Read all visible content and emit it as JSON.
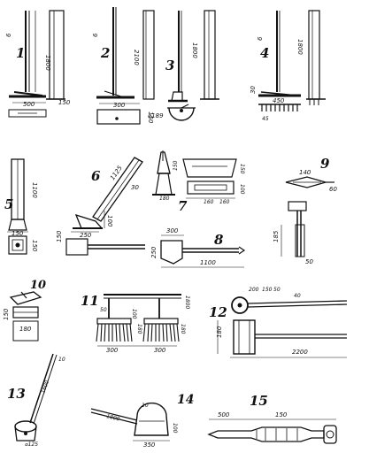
{
  "figure": {
    "tool_numbers": [
      "1",
      "2",
      "3",
      "4",
      "5",
      "6",
      "7",
      "8",
      "9",
      "10",
      "11",
      "12",
      "13",
      "14",
      "15"
    ]
  },
  "dimensions": {
    "t1": {
      "thickness": "6",
      "handle": "1800",
      "width": "500",
      "height": "150"
    },
    "t2": {
      "thickness": "6",
      "handle": "2100",
      "width": "300",
      "height": "150"
    },
    "t3": {
      "handle": "1800",
      "diameter": "⌀189"
    },
    "t4": {
      "thickness": "6",
      "handle": "1800",
      "width": "450",
      "height": "30",
      "teeth": "45"
    },
    "t5": {
      "handle": "1100",
      "width": "150",
      "height": "150"
    },
    "t6": {
      "handle": "1125",
      "angle": "30",
      "width": "250",
      "height": "100",
      "base": "150"
    },
    "t7": {
      "h1": "150",
      "h2": "150",
      "w1": "160",
      "w2": "100",
      "w3": "180",
      "w4": "160"
    },
    "t8": {
      "width": "300",
      "height": "250",
      "length": "1100"
    },
    "t9": {
      "width": "140",
      "height": "60",
      "depth": "50",
      "length": "185"
    },
    "t10": {
      "height": "150",
      "width": "180"
    },
    "t11": {
      "handle": "1800",
      "h1": "50",
      "h2": "100",
      "h3": "180",
      "h4": "180",
      "width1": "300",
      "width2": "300"
    },
    "t12": {
      "w1": "200",
      "w2": "150",
      "w3": "50",
      "h": "40",
      "height": "180",
      "length": "2200"
    },
    "t13": {
      "handle": "1600",
      "thickness": "10",
      "diameter": "⌀125"
    },
    "t14": {
      "handle": "1800",
      "thickness": "10",
      "width": "350",
      "height": "100"
    },
    "t15": {
      "d1": "500",
      "d2": "150"
    }
  }
}
